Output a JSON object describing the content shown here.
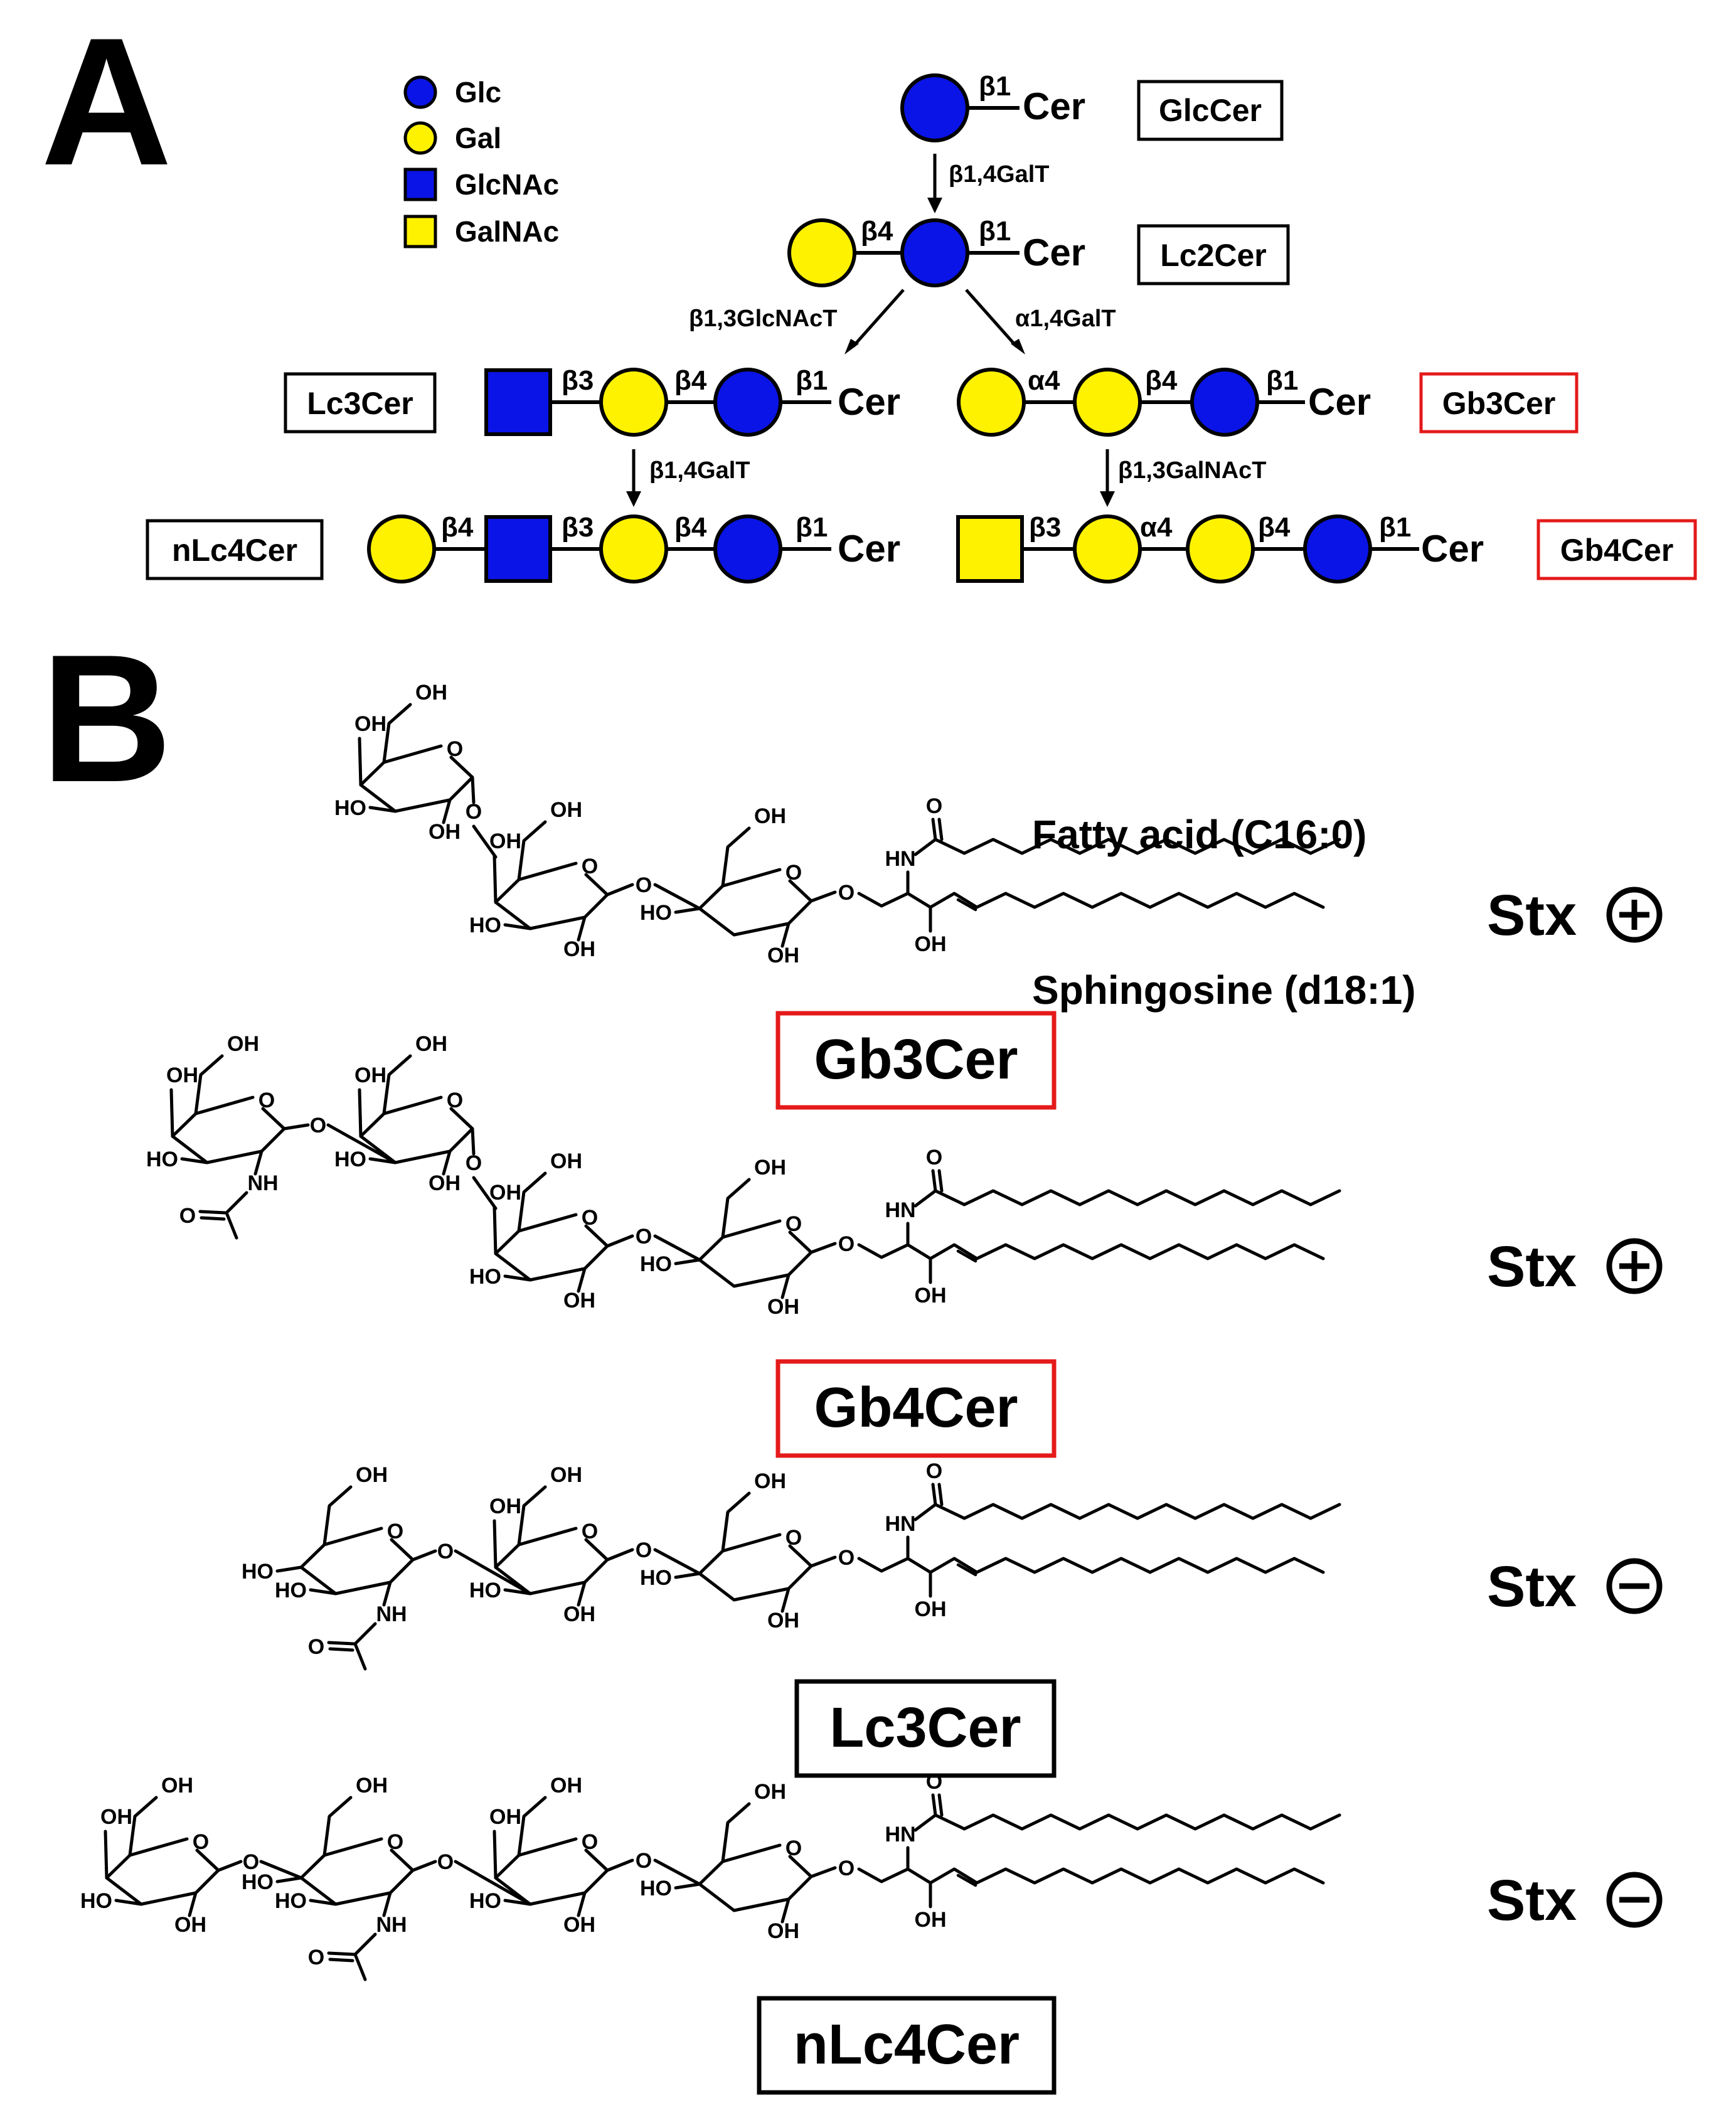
{
  "panels": {
    "a": "A",
    "b": "B"
  },
  "legend": [
    {
      "label": "Glc",
      "shape": "circle",
      "color": "#0a14e6"
    },
    {
      "label": "Gal",
      "shape": "circle",
      "color": "#fff200"
    },
    {
      "label": "GlcNAc",
      "shape": "square",
      "color": "#0a14e6"
    },
    {
      "label": "GalNAc",
      "shape": "square",
      "color": "#fff200"
    }
  ],
  "colors": {
    "blue": "#0a14e6",
    "yellow": "#fff200",
    "red_box": "#e41a1a",
    "black_box": "#000000"
  },
  "pathway": {
    "cer": "Cer",
    "names": {
      "glccer": "GlcCer",
      "lc2cer": "Lc2Cer",
      "lc3cer": "Lc3Cer",
      "gb3cer": "Gb3Cer",
      "nlc4cer": "nLc4Cer",
      "gb4cer": "Gb4Cer"
    },
    "linkages": {
      "b1": "β1",
      "b3": "β3",
      "b4": "β4",
      "a4": "α4"
    },
    "enzymes": {
      "glc_to_lc2": "β1,4GalT",
      "lc2_to_lc3": "β1,3GlcNAcT",
      "lc2_to_gb3": "α1,4GalT",
      "lc3_to_nlc4": "β1,4GalT",
      "gb3_to_gb4": "β1,3GalNAcT"
    }
  },
  "structures": {
    "fatty_acid": "Fatty acid (C16:0)",
    "sphingosine": "Sphingosine (d18:1)",
    "atoms": {
      "oh": "OH",
      "ho": "HO",
      "o": "O",
      "nh": "NH",
      "hn": "HN"
    },
    "stx": "Stx",
    "rows": [
      {
        "name": "Gb3Cer",
        "binding": "+",
        "box": "red"
      },
      {
        "name": "Gb4Cer",
        "binding": "+",
        "box": "red"
      },
      {
        "name": "Lc3Cer",
        "binding": "−",
        "box": "black"
      },
      {
        "name": "nLc4Cer",
        "binding": "−",
        "box": "black"
      }
    ]
  }
}
